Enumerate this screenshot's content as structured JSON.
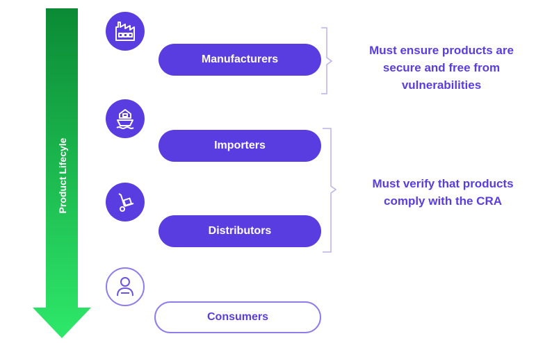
{
  "lifecycle": {
    "label": "Product Lifecyle"
  },
  "roles": [
    {
      "label": "Manufacturers",
      "icon": "factory-icon"
    },
    {
      "label": "Importers",
      "icon": "ship-icon"
    },
    {
      "label": "Distributors",
      "icon": "hand-truck-icon"
    },
    {
      "label": "Consumers",
      "icon": "person-icon"
    }
  ],
  "requirements": {
    "manufacturers": [
      "Must ensure products are",
      "secure and free from",
      "vulnerabilities"
    ],
    "importers_distributors": [
      "Must verify that products",
      "comply with the CRA"
    ]
  },
  "colors": {
    "accent": "#5a3de0",
    "outline": "#8f7bea",
    "arrow_top": "#0b8a35",
    "arrow_bottom": "#2ee86a"
  }
}
